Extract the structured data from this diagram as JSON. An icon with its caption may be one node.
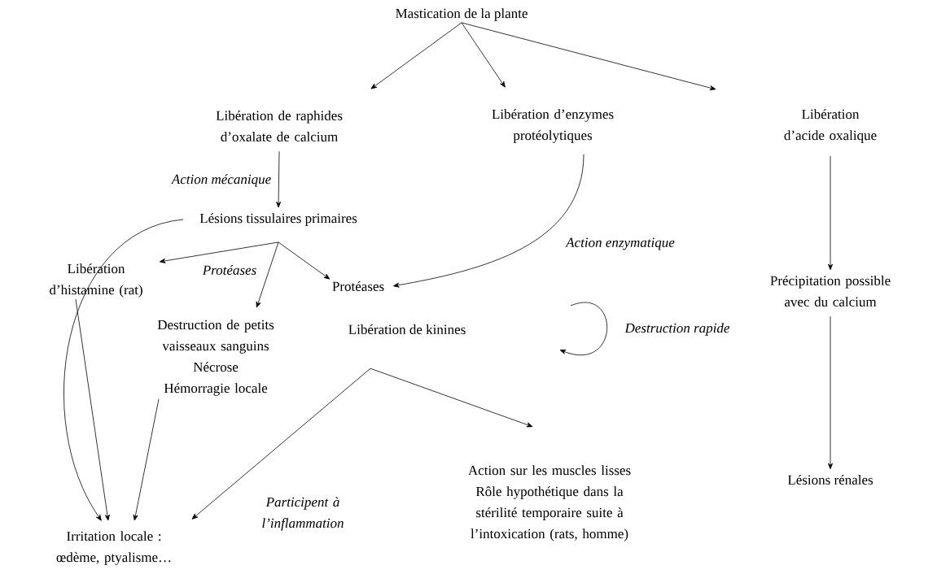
{
  "diagram": {
    "nodes": [
      {
        "text": [
          "Mastication de la plante"
        ]
      },
      {
        "text": [
          "Libération de raphides d’oxalate de calcium"
        ]
      },
      {
        "text": [
          "Libération d’enzymes protéolytiques"
        ]
      },
      {
        "text": [
          "Libération d’acide oxalique"
        ]
      },
      {
        "text": [
          "Lésions tissulaires primaires"
        ]
      },
      {
        "text": [
          "Libération d’histamine (rat)"
        ]
      },
      {
        "text": [
          "Destruction de petits vaisseaux sanguins",
          "Nécrose",
          "Hémorragie locale"
        ]
      },
      {
        "text": [
          "Protéases"
        ]
      },
      {
        "text": [
          "Libération de kinines"
        ]
      },
      {
        "text": [
          "Irritation locale : œdème, ptyalisme…"
        ]
      },
      {
        "text": [
          "Action sur les muscles lisses",
          "Rôle hypothétique dans la stérilité temporaire suite à l’intoxication (rats, homme)"
        ]
      },
      {
        "text": [
          "Précipitation possible avec du calcium"
        ]
      },
      {
        "text": [
          "Lésions rénales"
        ]
      }
    ],
    "edges": [
      {
        "from": 0,
        "to": 1,
        "arrow": "to"
      },
      {
        "from": 0,
        "to": 2,
        "arrow": "to"
      },
      {
        "from": 0,
        "to": 3,
        "arrow": "to"
      },
      {
        "from": 1,
        "to": 4,
        "arrow": "to",
        "label": "Action mécanique"
      },
      {
        "from": 2,
        "to": 7,
        "arrow": "to",
        "label": "Action enzymatique"
      },
      {
        "from": 3,
        "to": 11,
        "arrow": "to"
      },
      {
        "from": 4,
        "to": 5,
        "arrow": "to"
      },
      {
        "from": 4,
        "to": 6,
        "arrow": "to",
        "label": "Protéases"
      },
      {
        "from": 4,
        "to": 7,
        "arrow": "to"
      },
      {
        "from": 4,
        "to": 9,
        "arrow": "to"
      },
      {
        "from": 5,
        "to": 9,
        "arrow": "to"
      },
      {
        "from": 6,
        "to": 9,
        "arrow": "to"
      },
      {
        "from": 8,
        "to": 9,
        "arrow": "to",
        "label": "Participent à l’inflammation"
      },
      {
        "from": 8,
        "to": 10,
        "arrow": "to"
      },
      {
        "from": 11,
        "to": 12,
        "arrow": "to"
      }
    ],
    "labels": [
      "Destruction rapide"
    ]
  }
}
